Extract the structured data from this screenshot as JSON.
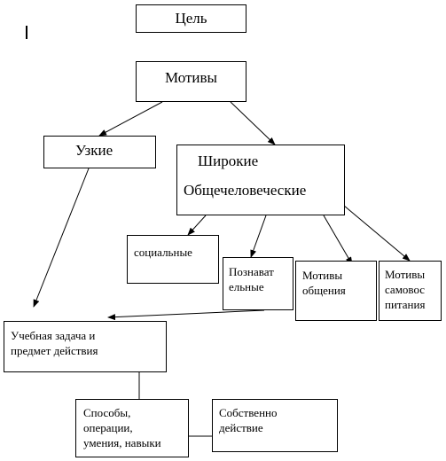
{
  "nodes": {
    "goal": "Цель",
    "motives": "Мотивы",
    "narrow": "Узкие",
    "wide_line1": "Широкие",
    "wide_line2": "Общечеловеческие",
    "social": "социальные",
    "cognitive": "Познават\nельные",
    "communication": "Мотивы\nобщения",
    "selfeducation": "Мотивы\nсамовос\nпитания",
    "learning_task": "Учебная задача  и\nпредмет действия",
    "methods": "Способы,\nоперации,\nумения, навыки",
    "action": "Собственно\nдействие"
  }
}
